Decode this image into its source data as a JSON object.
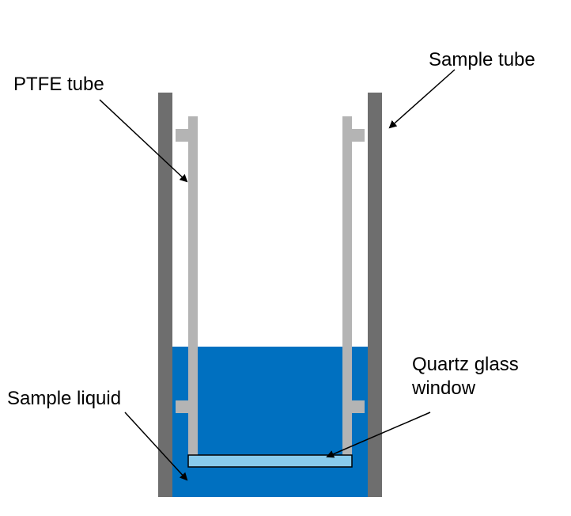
{
  "labels": {
    "sample_tube": "Sample tube",
    "ptfe_tube": "PTFE tube",
    "quartz_window": "Quartz glass\nwindow",
    "sample_liquid": "Sample liquid"
  },
  "colors": {
    "sample_tube": "#6e6e6e",
    "ptfe_tube": "#b4b4b4",
    "liquid": "#0070c0",
    "quartz_window": "#88cbed",
    "arrow": "#000000"
  }
}
